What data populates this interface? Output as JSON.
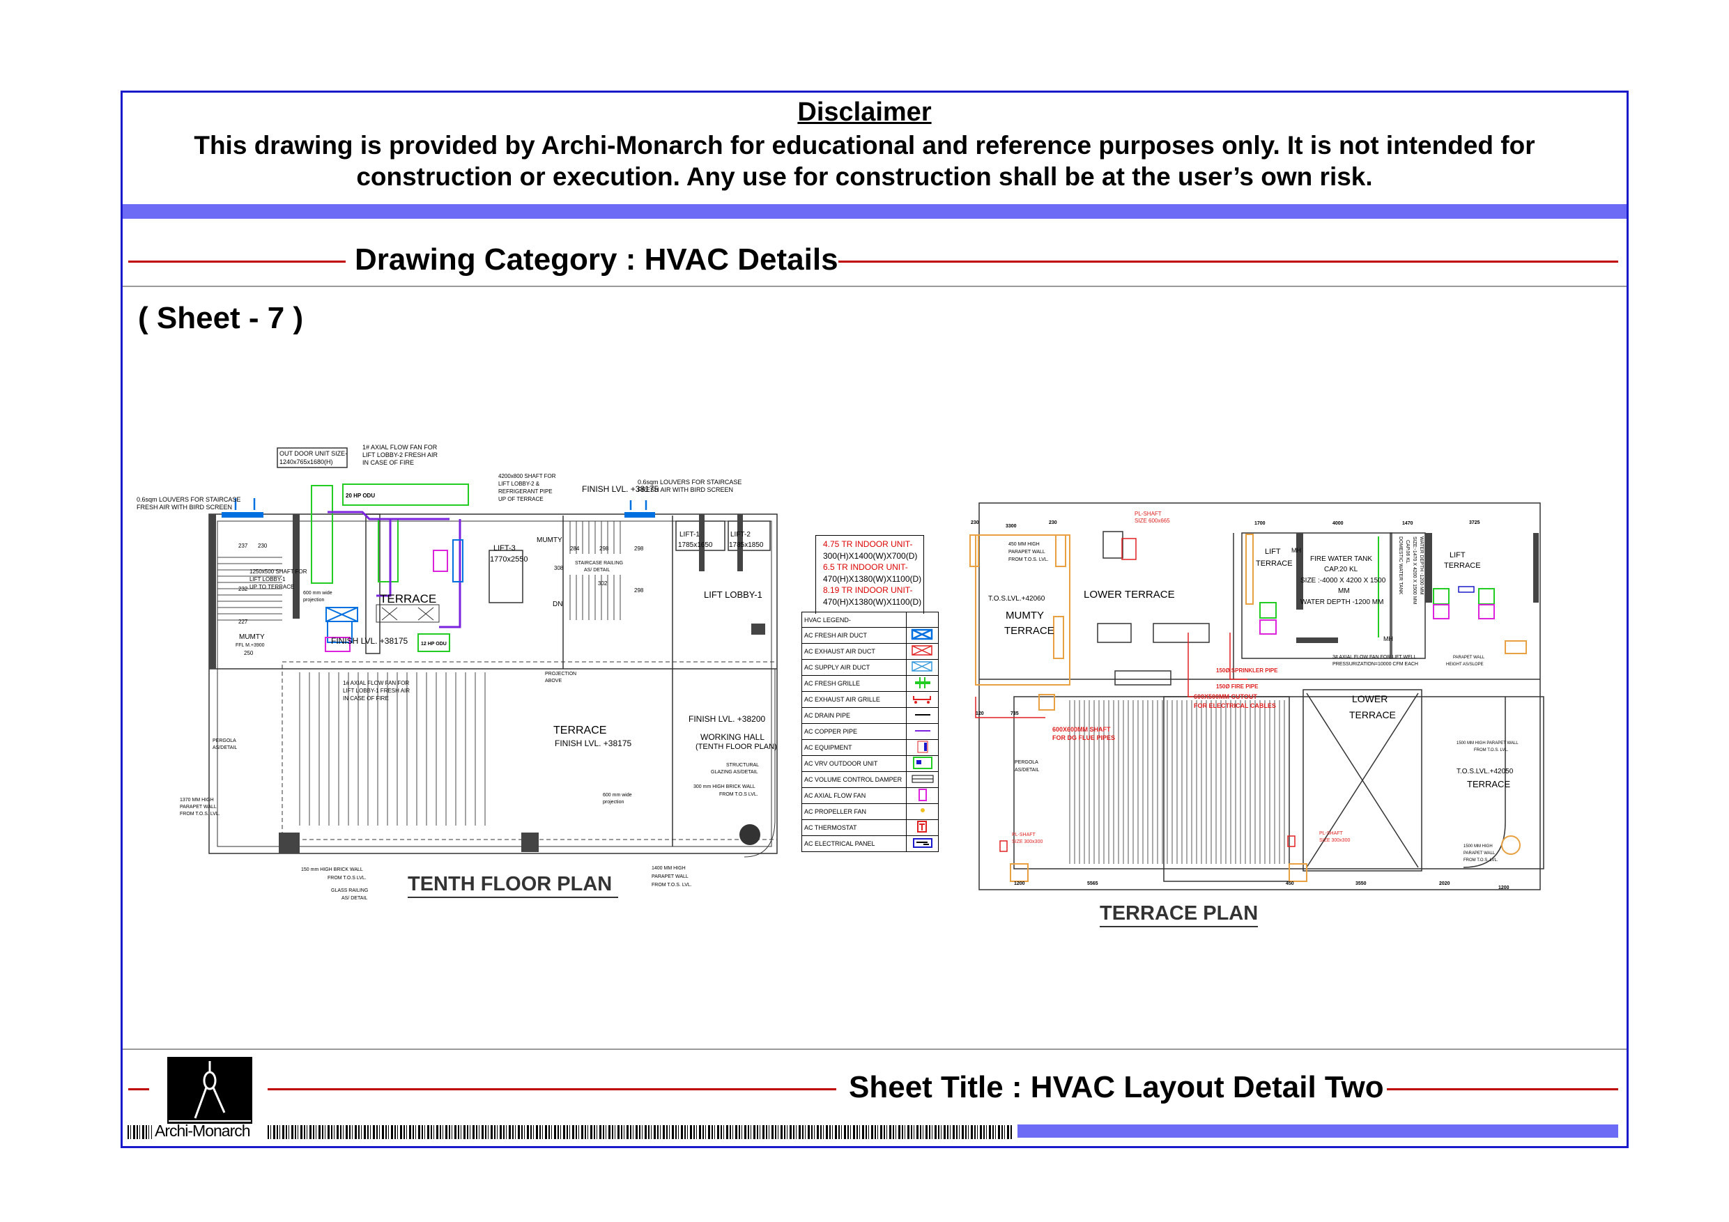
{
  "disclaimer": {
    "title": "Disclaimer",
    "line1": "This drawing is provided by Archi-Monarch for educational and reference purposes only. It is not intended for",
    "line2": "construction or execution. Any use for construction shall be at the user’s own risk."
  },
  "category": "Drawing Category : HVAC Details",
  "sheet": "( Sheet - 7 )",
  "sheet_title": "Sheet Title : HVAC Layout Detail Two",
  "brand": "Archi-Monarch",
  "colors": {
    "frame": "#1a1acc",
    "band": "#6b6bf5",
    "rule": "#c00000",
    "fresh": "#0070e0",
    "exhaust": "#e02020",
    "vrv": "#22cc22",
    "copper": "#7a22dd",
    "fan": "#dd22dd"
  },
  "tenth_floor": {
    "title": "TENTH FLOOR PLAN",
    "odu_size": [
      "OUT DOOR UNIT SIZE-",
      "1240x765x1680(H)"
    ],
    "fan_lobby2": [
      "1# AXIAL FLOW FAN FOR",
      "LIFT LOBBY-2 FRESH AIR",
      "IN CASE OF FIRE"
    ],
    "louvers_left": [
      "0.6sqm LOUVERS FOR STAIRCASE",
      "FRESH AIR WITH BIRD SCREEN"
    ],
    "louvers_right": [
      "0.6sqm LOUVERS FOR STAIRCASE",
      "FRESH AIR WITH BIRD SCREEN"
    ],
    "shaft_lobby2": [
      "4200x800 SHAFT FOR",
      "LIFT LOBBY-2 &",
      "REFRIGERANT PIPE",
      "UP OF TERRACE"
    ],
    "shaft_lobby1": [
      "1250x500 SHAFT FOR",
      "LIFT LOBBY-1",
      "UP TO TERRACE"
    ],
    "odu_label": "20 HP ODU",
    "odu_small": "12 HP ODU",
    "terrace": "TERRACE",
    "finish_38175": "FINISH LVL. +38175",
    "finish_top": "FINISH LVL. +38175",
    "mumty": "MUMTY",
    "mumty_ffl": "FFL M.+3900",
    "lift3": [
      "LIFT-3",
      "1770x2550"
    ],
    "lift1": [
      "LIFT-1",
      "1785x1650"
    ],
    "lift2": [
      "LIFT-2",
      "1785x1850"
    ],
    "lift_lobby": "LIFT LOBBY-1",
    "stair_railing": [
      "STAIRCASE RAILING",
      "AS/ DETAIL"
    ],
    "dn": "DN",
    "projection_600": [
      "600 mm wide",
      "projection"
    ],
    "projection_above": [
      "PROJECTION",
      "ABOVE"
    ],
    "fan_lobby1": [
      "1# AXIAL FLOW FAN FOR",
      "LIFT LOBBY-1 FRESH AIR",
      "IN CASE OF FIRE"
    ],
    "pergola": [
      "PERGOLA",
      "AS/DETAIL"
    ],
    "parapet_1370": [
      "1370 MM HIGH",
      "PARAPET WALL",
      "FROM T.O.S. LVL."
    ],
    "finish_38200": "FINISH LVL. +38200",
    "working_hall": [
      "WORKING HALL",
      "(TENTH FLOOR PLAN)"
    ],
    "glazing": [
      "STRUCTURAL",
      "GLAZING AS/DETAIL"
    ],
    "brick_300": [
      "300 mm HIGH BRICK WALL",
      "FROM T.O.S LVL."
    ],
    "brick_150": [
      "150 mm HIGH BRICK WALL",
      "FROM T.O.S LVL."
    ],
    "glass_railing": [
      "GLASS RAILING",
      "AS/ DETAIL"
    ],
    "parapet_1400": [
      "1400 MM HIGH",
      "PARAPET WALL",
      "FROM T.O.S. LVL."
    ],
    "stair_dims": [
      "237",
      "230",
      "232",
      "227",
      "250",
      "284",
      "298",
      "298",
      "298",
      "308",
      "302"
    ]
  },
  "indoor_units": [
    {
      "name": "4.75 TR INDOOR UNIT-",
      "size": "300(H)X1400(W)X700(D)"
    },
    {
      "name": "6.5 TR INDOOR UNIT-",
      "size": "470(H)X1380(W)X1100(D)"
    },
    {
      "name": "8.19 TR INDOOR UNIT-",
      "size": "470(H)X1380(W)X1100(D)"
    }
  ],
  "legend": {
    "title": "HVAC LEGEND-",
    "items": [
      {
        "label": "AC FRESH AIR DUCT",
        "icon": "fresh-air-duct"
      },
      {
        "label": "AC EXHAUST AIR DUCT",
        "icon": "exhaust-air-duct"
      },
      {
        "label": "AC SUPPLY AIR DUCT",
        "icon": "supply-air-duct"
      },
      {
        "label": "AC FRESH GRILLE",
        "icon": "fresh-grille"
      },
      {
        "label": "AC EXHAUST AIR GRILLE",
        "icon": "exhaust-grille"
      },
      {
        "label": "AC DRAIN PIPE",
        "icon": "drain-pipe"
      },
      {
        "label": "AC COPPER PIPE",
        "icon": "copper-pipe"
      },
      {
        "label": "AC EQUIPMENT",
        "icon": "equipment"
      },
      {
        "label": "AC VRV OUTDOOR UNIT",
        "icon": "vrv-outdoor-unit"
      },
      {
        "label": "AC VOLUME CONTROL DAMPER",
        "icon": "volume-damper"
      },
      {
        "label": "AC AXIAL FLOW FAN",
        "icon": "axial-fan"
      },
      {
        "label": "AC PROPELLER FAN",
        "icon": "propeller-fan"
      },
      {
        "label": "AC THERMOSTAT",
        "icon": "thermostat"
      },
      {
        "label": "AC ELECTRICAL PANEL",
        "icon": "electrical-panel"
      }
    ]
  },
  "terrace_plan": {
    "title": "TERRACE PLAN",
    "pl_shaft_top": [
      "PL-SHAFT",
      "SIZE 600x665"
    ],
    "parapet_450": [
      "450 MM HIGH",
      "PARAPET WALL",
      "FROM T.O.S. LVL."
    ],
    "tos_42060": "T.O.S.LVL.+42060",
    "mumty_terrace": [
      "MUMTY",
      "TERRACE"
    ],
    "lower_terrace": "LOWER TERRACE",
    "lift_terrace": [
      "LIFT",
      "TERRACE"
    ],
    "fire_tank": [
      "FIRE WATER TANK",
      "CAP.20 KL",
      "SIZE :-4000 X 4200 X 1500",
      "MM",
      "WATER DEPTH -1200 MM"
    ],
    "domestic_tank": [
      "DOMESTIC WATER TANK",
      "CAP.06 KL",
      "SIZE:-1470 X 4200 X 1500 MM",
      "WATER DEPTH -1200 MM"
    ],
    "mh": "MH",
    "lift_terrace2": [
      "LIFT",
      "TERRACE"
    ],
    "sprinkler": "150Ø SPRINKLER PIPE",
    "fire_pipe": "150Ø FIRE PIPE",
    "axial_fan": [
      "3# AXIAL FLOW FAN FOR LIFT WELL",
      "PRESSURIZATION=10000 CFM EACH"
    ],
    "cutout": [
      "600X500MM CUTOUT",
      "FOR ELECTRICAL CABLES"
    ],
    "dg_shaft": [
      "600X600MM SHAFT",
      "FOR DG FLUE PIPES"
    ],
    "lower_terrace2": [
      "LOWER",
      "TERRACE"
    ],
    "pergola": [
      "PERGOLA",
      "AS/DETAIL"
    ],
    "pl_shaft_a": [
      "PL-SHAFT",
      "SIZE 300x300"
    ],
    "pl_shaft_b": [
      "PL-SHAFT",
      "SIZE 300x300"
    ],
    "tos_42050": "T.O.S.LVL.+42050",
    "terrace": "TERRACE",
    "parapet_right": [
      "1500 MM HIGH PARAPET WALL",
      "FROM T.O.S. LVL."
    ],
    "parapet_right2": [
      "1500 MM HIGH",
      "PARAPET WALL",
      "FROM T.O.S. LVL."
    ],
    "parapet_wall_top": [
      "PARAPET WALL",
      "HEIGHT AS/SLOPE"
    ],
    "dims": [
      "230",
      "3300",
      "230",
      "120",
      "735",
      "1200",
      "5565",
      "450",
      "3550",
      "2020",
      "1200",
      "1700",
      "4000",
      "1470",
      "3725"
    ]
  }
}
